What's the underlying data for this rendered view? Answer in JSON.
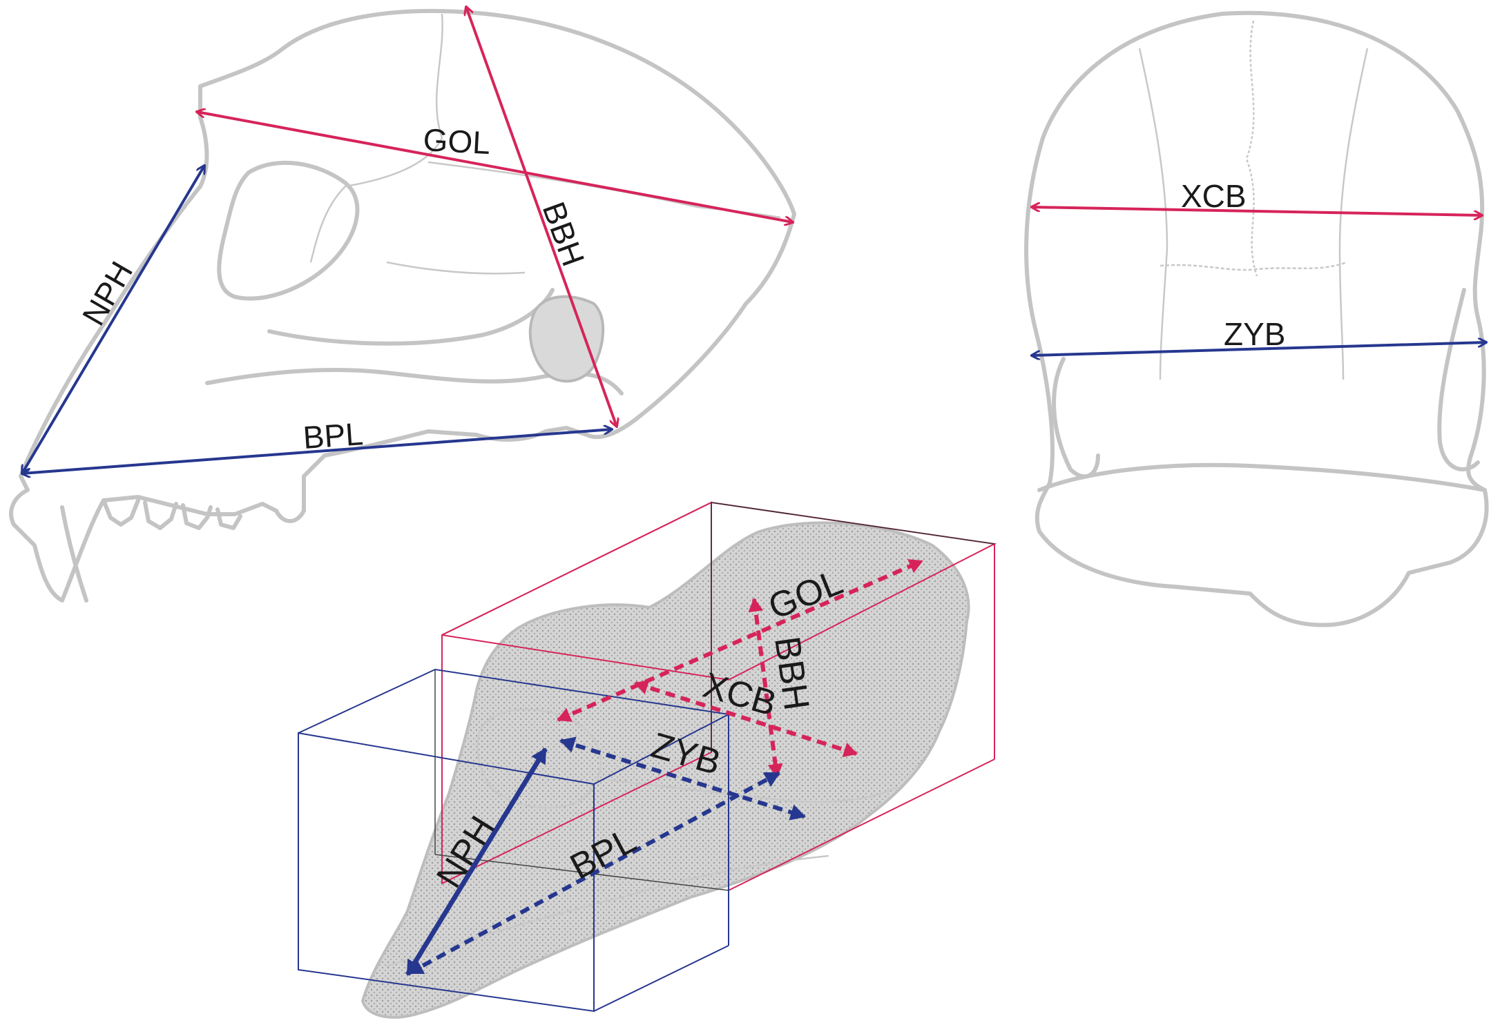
{
  "colors": {
    "cranial": "#d6245a",
    "facial": "#26378f",
    "skull_outline": "#c4c4c4",
    "skull_fill": "#d9d9d9"
  },
  "lateral_view": {
    "GOL": "GOL",
    "BBH": "BBH",
    "NPH": "NPH",
    "BPL": "BPL"
  },
  "posterior_view": {
    "XCB": "XCB",
    "ZYB": "ZYB"
  },
  "oblique_3d_view": {
    "GOL": "GOL",
    "BBH": "BBH",
    "XCB": "XCB",
    "ZYB": "ZYB",
    "NPH": "NPH",
    "BPL": "BPL"
  }
}
